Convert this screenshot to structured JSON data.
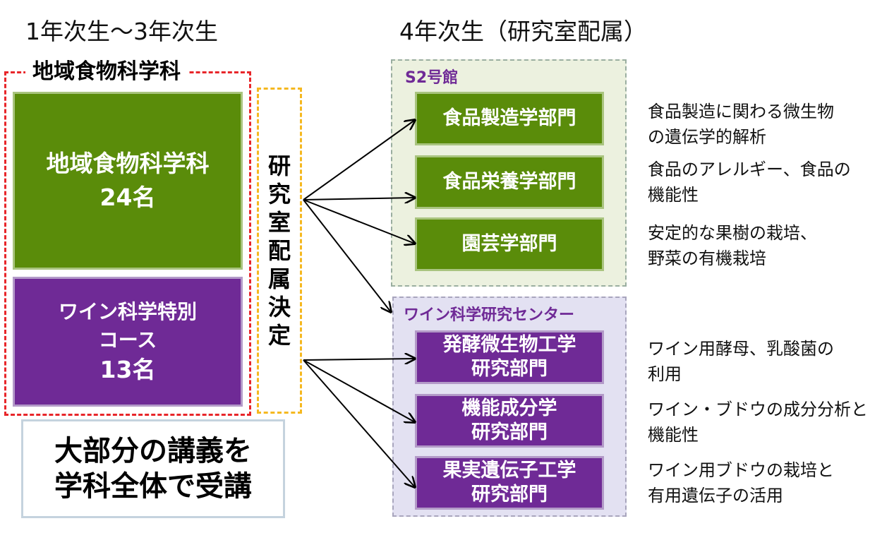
{
  "headings": {
    "left": "1年次生～3年次生",
    "right": "4年次生（研究室配属）"
  },
  "department": {
    "title": "地域食物科学科",
    "main_course": {
      "line1": "地域食物科学科",
      "line2": "24名"
    },
    "wine_course": {
      "line1": "ワイン科学特別",
      "line2": "コース",
      "line3": "13名"
    }
  },
  "lab_assignment": {
    "chars": [
      "研",
      "究",
      "室",
      "配",
      "属",
      "決",
      "定"
    ]
  },
  "lecture_note": {
    "line1": "大部分の講義を",
    "line2": "学科全体で受講"
  },
  "groups": {
    "s2": {
      "label": "S2号館",
      "units": [
        {
          "name": "食品製造学部門",
          "desc1": "食品製造に関わる微生物",
          "desc2": "の遺伝学的解析"
        },
        {
          "name": "食品栄養学部門",
          "desc1": "食品のアレルギー、食品の",
          "desc2": "機能性"
        },
        {
          "name": "園芸学部門",
          "desc1": "安定的な果樹の栽培、",
          "desc2": "野菜の有機栽培"
        }
      ]
    },
    "wine": {
      "label": "ワイン科学研究センター",
      "units": [
        {
          "name1": "発酵微生物工学",
          "name2": "研究部門",
          "desc1": "ワイン用酵母、乳酸菌の",
          "desc2": "利用"
        },
        {
          "name1": "機能成分学",
          "name2": "研究部門",
          "desc1": "ワイン・ブドウの成分分析と",
          "desc2": "機能性"
        },
        {
          "name1": "果実遺伝子工学",
          "name2": "研究部門",
          "desc1": "ワイン用ブドウの栽培と",
          "desc2": "有用遺伝子の活用"
        }
      ]
    }
  },
  "colors": {
    "green": "#5a8c0a",
    "purple": "#6f2a96",
    "red_dash": "#e8262a",
    "yellow_dash": "#f5b820"
  }
}
